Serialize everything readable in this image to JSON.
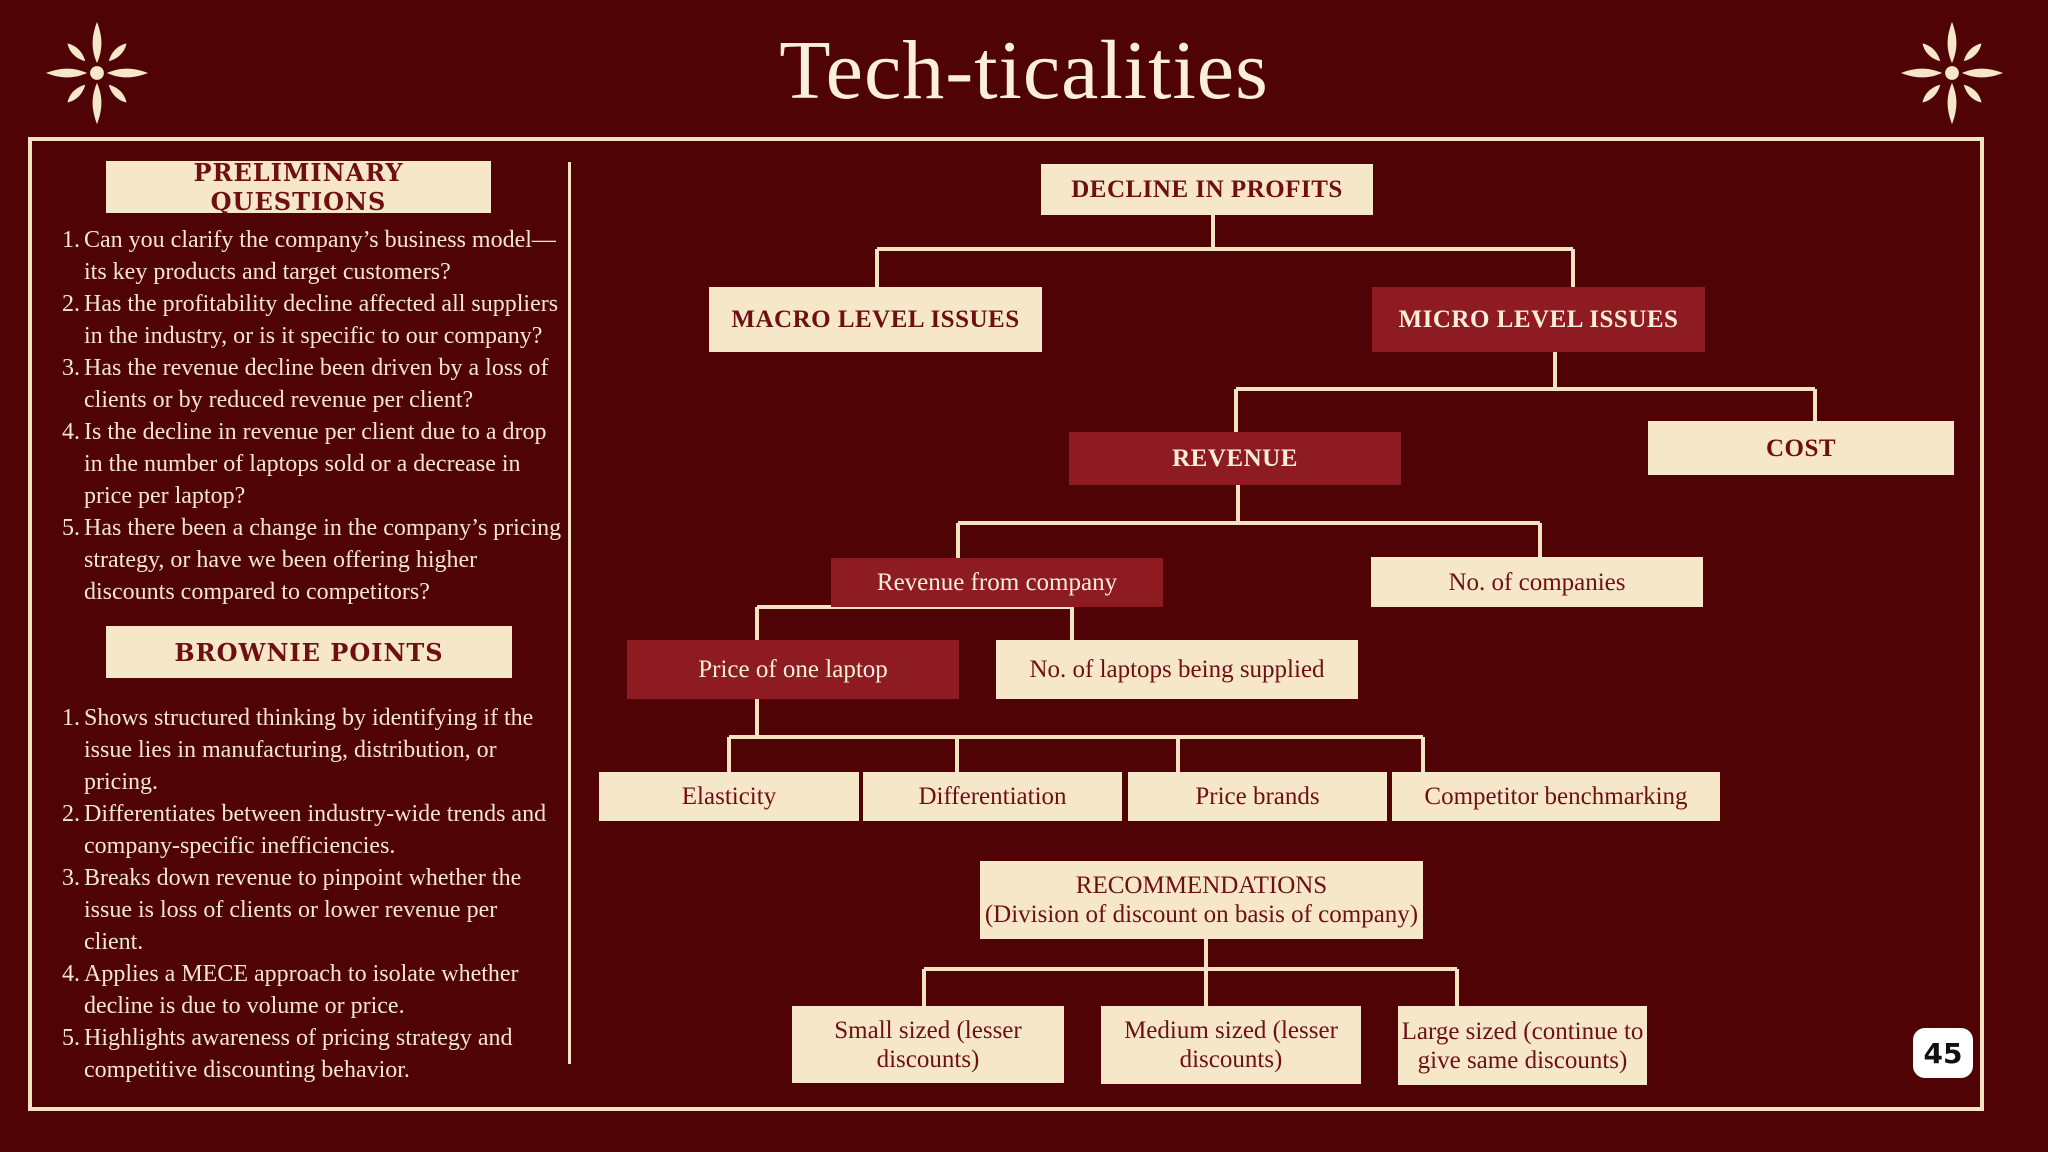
{
  "title": "Tech-ticalities",
  "preliminary": {
    "heading": "PRELIMINARY QUESTIONS",
    "items": [
      {
        "num": "1.",
        "text": "Can you clarify the company’s business model—its key products and target customers?"
      },
      {
        "num": "2.",
        "text": "Has the profitability decline affected all suppliers in the industry, or is it specific to our company?"
      },
      {
        "num": "3.",
        "text": "Has the revenue decline been driven by a loss of clients or by reduced revenue per client?"
      },
      {
        "num": "4.",
        "text": "Is the decline in revenue per client due to a drop in the number of laptops sold or a decrease in price per laptop?"
      },
      {
        "num": "5.",
        "text": "Has there been a change in the company’s pricing strategy, or have we been offering higher discounts compared to competitors?"
      }
    ]
  },
  "brownie": {
    "heading": "BROWNIE POINTS",
    "items": [
      {
        "num": "1.",
        "text": "Shows structured thinking by identifying if the issue lies in manufacturing, distribution, or pricing."
      },
      {
        "num": "2.",
        "text": "Differentiates between industry-wide trends and company-specific inefficiencies."
      },
      {
        "num": "3.",
        "text": "Breaks down revenue to pinpoint whether the issue is loss of clients or lower revenue per client."
      },
      {
        "num": "4.",
        "text": "Applies a MECE approach to isolate whether decline is due to volume or price."
      },
      {
        "num": "5.",
        "text": "Highlights awareness of pricing strategy and competitive discounting behavior."
      }
    ]
  },
  "tree": {
    "root": "DECLINE IN PROFITS",
    "macro": "MACRO LEVEL ISSUES",
    "micro": "MICRO LEVEL ISSUES",
    "revenue": "REVENUE",
    "cost": "COST",
    "revenue_from_company": "Revenue from company",
    "no_of_companies": "No. of companies",
    "price_of_one_laptop": "Price of one laptop",
    "no_of_laptops": "No. of laptops being supplied",
    "leaves": [
      "Elasticity",
      "Differentiation",
      "Price brands",
      "Competitor benchmarking"
    ]
  },
  "recommendations": {
    "title": "RECOMMENDATIONS",
    "subtitle": "(Division of discount on basis of company)",
    "options": [
      {
        "line1": "Small sized (lesser",
        "line2": "discounts)"
      },
      {
        "line1": "Medium sized (lesser",
        "line2": "discounts)"
      },
      {
        "line1": "Large sized (continue to",
        "line2": "give same discounts)"
      }
    ]
  },
  "page_number": "45",
  "colors": {
    "background": "#4f0305",
    "cream": "#f6e7c9",
    "red_box": "#8e1b22",
    "dark_text": "#6e0f12"
  }
}
